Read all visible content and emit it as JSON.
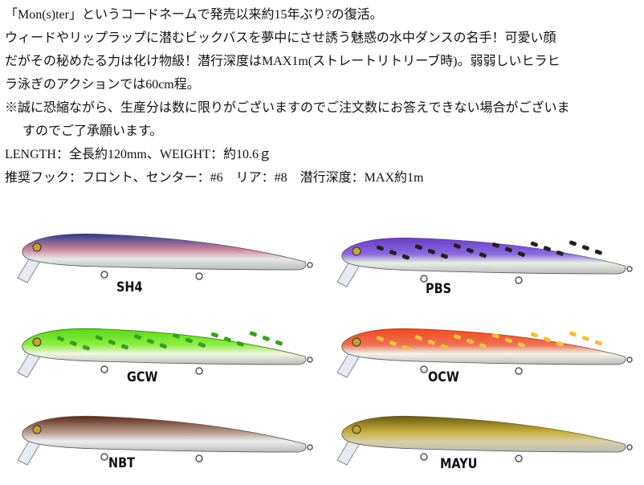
{
  "description": {
    "lines": [
      "「Mon(s)ter」というコードネームで発売以来約15年ぶり?の復活。",
      "ウィードやリップラップに潜むビックバスを夢中にさせ誘う魅惑の水中ダンスの名手！可愛い顔",
      "だがその秘めたる力は化け物級！潜行深度はMAX1m(ストレートリトリーブ時)。弱弱しいヒラヒ",
      "ラ泳ぎのアクションでは60cm程。",
      "※誠に恐縮ながら、生産分は数に限りがございますのでご注文数にお答えできない場合がございま",
      "すのでご了承願います。",
      "LENGTH：全長約120mm、WEIGHT：約10.6ｇ",
      "推奨フック：フロント、センター：#6　リア：#8　潜行深度：MAX約1m"
    ]
  },
  "lures": [
    {
      "name": "SH4",
      "top": "#2a3b8a",
      "mid": "#d08aa0",
      "belly": "#e8e8e8",
      "spots": "none"
    },
    {
      "name": "PBS",
      "top": "#6a3cc8",
      "mid": "#8a6ae0",
      "belly": "#e8f0e8",
      "spots": "#222"
    },
    {
      "name": "GCW",
      "top": "#5ad61a",
      "mid": "#8cf040",
      "belly": "#f0f7e0",
      "spots": "#3aa020"
    },
    {
      "name": "OCW",
      "top": "#f04a20",
      "mid": "#f07050",
      "belly": "#f4f4e8",
      "spots": "#f0c040"
    },
    {
      "name": "NBT",
      "top": "#5a2a1a",
      "mid": "#b89a8a",
      "belly": "#eeeeee",
      "spots": "none"
    },
    {
      "name": "MAYU",
      "top": "#6a5a10",
      "mid": "#c8b040",
      "belly": "#d8d0a0",
      "spots": "none"
    }
  ]
}
